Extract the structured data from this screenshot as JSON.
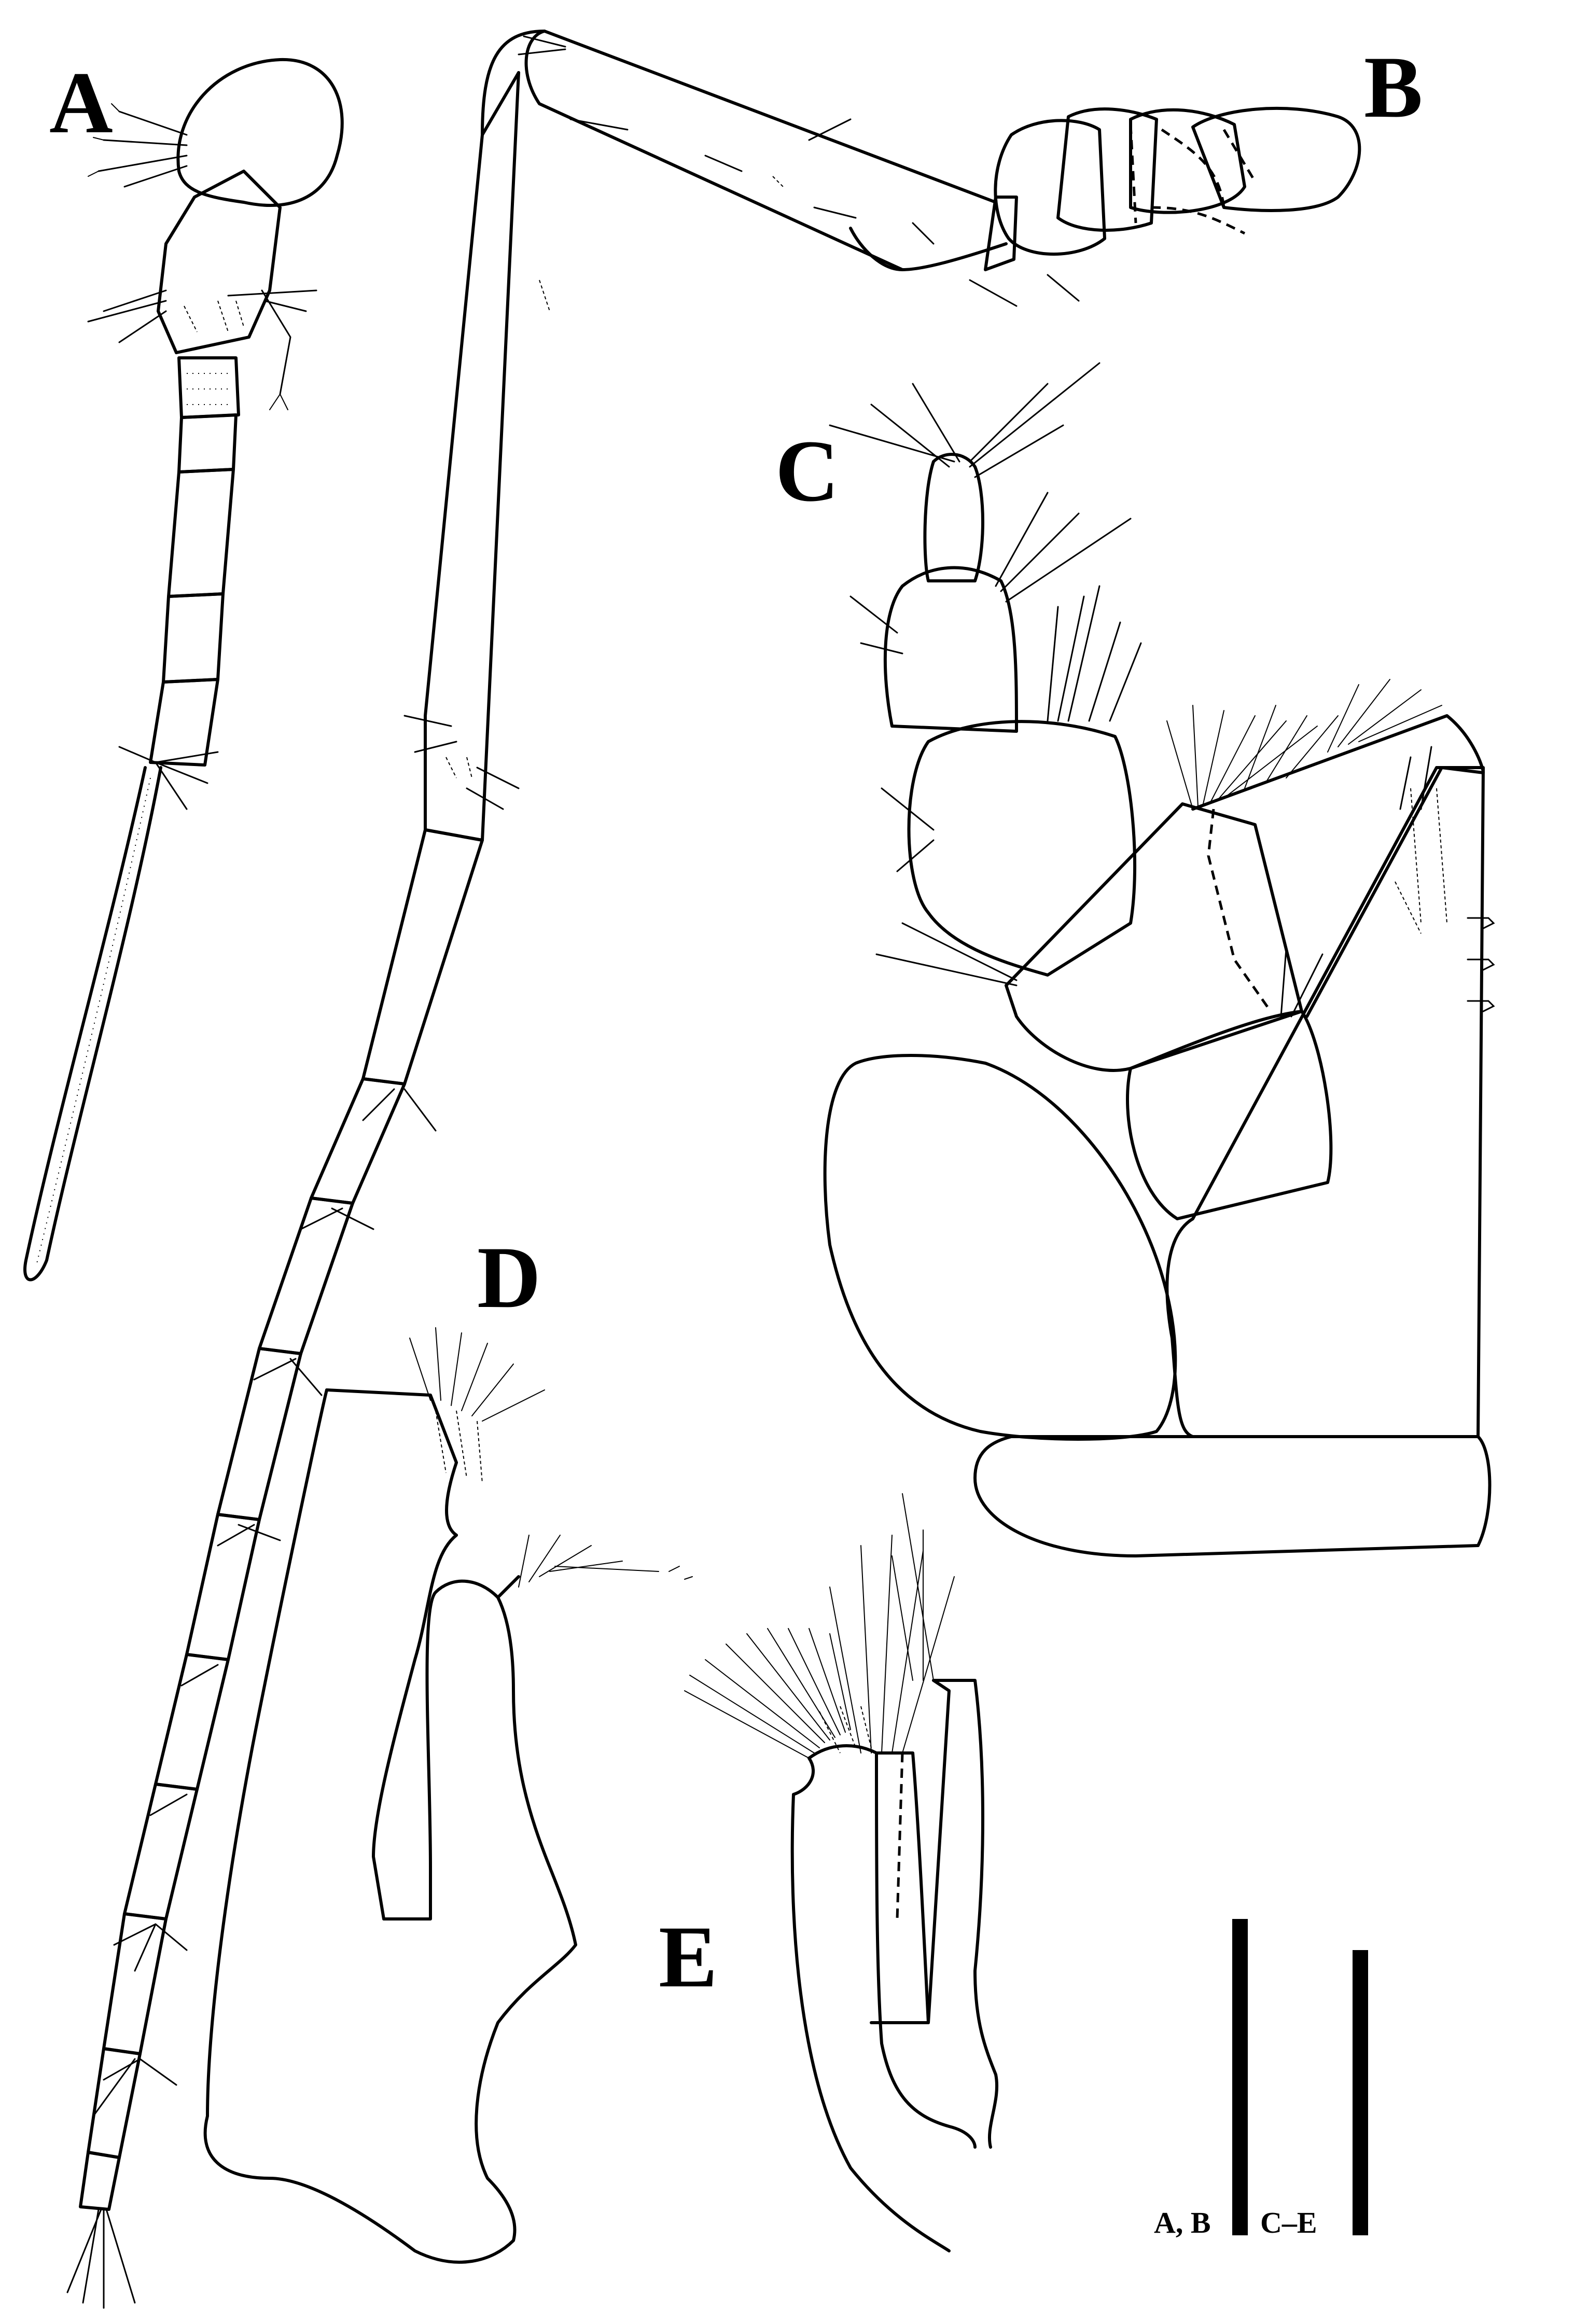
{
  "panels": [
    {
      "id": "A",
      "label": "A"
    },
    {
      "id": "B",
      "label": "B"
    },
    {
      "id": "C",
      "label": "C"
    },
    {
      "id": "D",
      "label": "D"
    },
    {
      "id": "E",
      "label": "E"
    }
  ],
  "scale_bars": [
    {
      "label": "A, B"
    },
    {
      "label": "C–E"
    }
  ]
}
